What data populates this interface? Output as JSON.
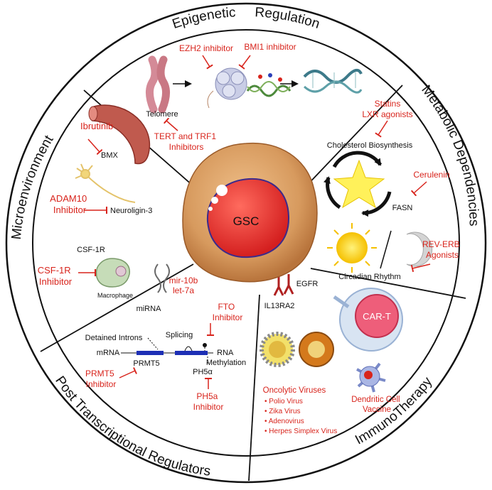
{
  "colors": {
    "inhibitor_red": "#d8241c",
    "cell_tan": "#d9a36b",
    "nucleus_red": "#e53a36",
    "nucleus_outline": "#3b2a8c",
    "membrane_blue": "#1d2fb5"
  },
  "sections": {
    "epigenetic": "Epigenetic     Regulation",
    "metabolic": "Metabolic Dependencies",
    "immuno": "ImmunoTherapy",
    "post_transcriptional": "Post Transcriptional Regulators",
    "microenvironment": "Microenvironment"
  },
  "center": {
    "label": "GSC"
  },
  "epigenetic": {
    "ezh2": "EZH2 inhibitor",
    "bmi1": "BMI1 inhibitor",
    "telomere": "Telomere",
    "tert_line1": "TERT and TRF1",
    "tert_line2": "Inhibitors"
  },
  "metabolic": {
    "statins": "Statins",
    "lxr": "LXR agonists",
    "cholesterol": "Cholesterol Biosynthesis",
    "cerulenin": "Cerulenin",
    "fasn": "FASN",
    "reverb_line1": "REV-ERB",
    "reverb_line2": "Agonists",
    "circadian": "Circadian Rhythm"
  },
  "immuno": {
    "egfr": "EGFR",
    "il13": "IL13RA2",
    "cart": "CAR-T",
    "oncolytic": "Oncolytic Viruses",
    "viruses": [
      "• Polio Virus",
      "• Zika Virus",
      "• Adenovirus",
      "• Herpes Simplex Virus"
    ],
    "dendritic_line1": "Dendritic Cell",
    "dendritic_line2": "Vaccine"
  },
  "post_transcriptional": {
    "mirna": "miRNA",
    "mir10b": "mir-10b",
    "let7a": "let-7a",
    "fto_line1": "FTO",
    "fto_line2": "Inhibitor",
    "detained": "Detained Introns",
    "splicing": "Splicing",
    "mrna": "mRNA",
    "rna_line1": "RNA",
    "rna_line2": "Methylation",
    "prmt5": "PRMT5",
    "ph5a": "PH5α",
    "prmt5_inh_line1": "PRMT5",
    "prmt5_inh_line2": "Inhibitor",
    "ph5a_inh_line1": "PH5a",
    "ph5a_inh_line2": "Inhibitor"
  },
  "microenvironment": {
    "ibrutinib": "Ibrutinib",
    "bmx": "BMX",
    "adam10_line1": "ADAM10",
    "adam10_line2": "Inhibitor",
    "neuroligin": "Neuroligin-3",
    "csf1r": "CSF-1R",
    "csf1r_inh_line1": "CSF-1R",
    "csf1r_inh_line2": "Inhibitor",
    "macrophage": "Macrophage"
  }
}
